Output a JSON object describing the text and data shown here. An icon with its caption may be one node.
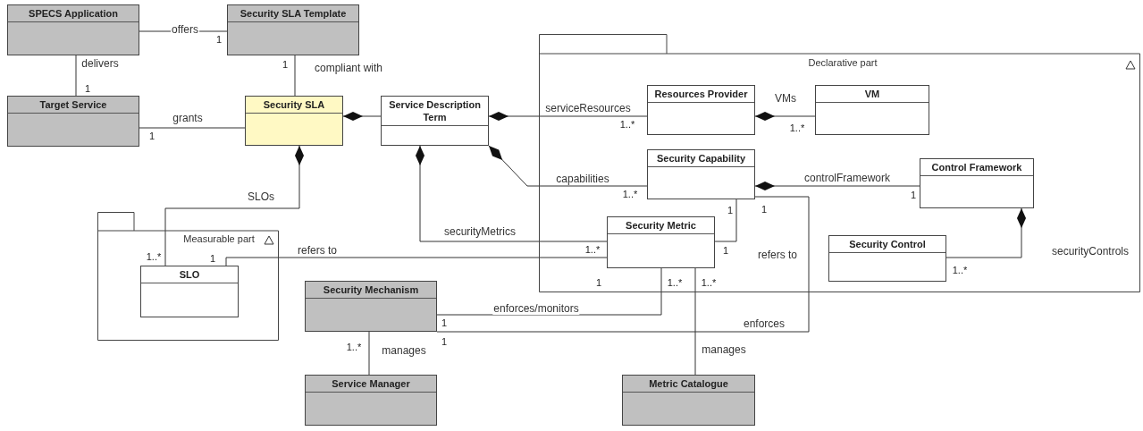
{
  "diagram": {
    "nodes": [
      {
        "text": [
          "SPECS Application"
        ]
      },
      {
        "text": [
          "Security SLA Template"
        ]
      },
      {
        "text": [
          "Target Service"
        ]
      },
      {
        "text": [
          "Security SLA"
        ]
      },
      {
        "text": [
          "Service Description Term"
        ]
      },
      {
        "text": [
          "Declarative part"
        ]
      },
      {
        "text": [
          "Resources Provider"
        ],
        "in": 5
      },
      {
        "text": [
          "VM"
        ],
        "in": 5
      },
      {
        "text": [
          "Security Capability"
        ],
        "in": 5
      },
      {
        "text": [
          "Control Framework"
        ],
        "in": 5
      },
      {
        "text": [
          "Security Metric"
        ],
        "in": 5
      },
      {
        "text": [
          "Security Control"
        ],
        "in": 5
      },
      {
        "text": [
          "Measurable part"
        ]
      },
      {
        "text": [
          "SLO"
        ],
        "in": 12
      },
      {
        "text": [
          "Security Mechanism"
        ]
      },
      {
        "text": [
          "Service Manager"
        ]
      },
      {
        "text": [
          "Metric Catalogue"
        ]
      }
    ],
    "edges": [
      {
        "from": 0,
        "to": 1,
        "arrow": "none",
        "label": "offers"
      },
      {
        "from": 0,
        "to": 2,
        "arrow": "none",
        "label": "delivers"
      },
      {
        "from": 1,
        "to": 3,
        "arrow": "none",
        "label": "compliant with"
      },
      {
        "from": 2,
        "to": 3,
        "arrow": "none",
        "label": "grants"
      },
      {
        "from": 3,
        "to": 4,
        "arrow": "other"
      },
      {
        "from": 3,
        "to": 13,
        "arrow": "other",
        "label": "SLOs"
      },
      {
        "from": 4,
        "to": 6,
        "arrow": "other",
        "label": "serviceResources"
      },
      {
        "from": 6,
        "to": 7,
        "arrow": "other",
        "label": "VMs"
      },
      {
        "from": 4,
        "to": 8,
        "arrow": "other",
        "label": "capabilities"
      },
      {
        "from": 4,
        "to": 10,
        "arrow": "other",
        "label": "securityMetrics"
      },
      {
        "from": 8,
        "to": 9,
        "arrow": "other",
        "label": "controlFramework"
      },
      {
        "from": 9,
        "to": 11,
        "arrow": "other",
        "label": "securityControls"
      },
      {
        "from": 10,
        "to": 8,
        "arrow": "none",
        "label": "refers to"
      },
      {
        "from": 13,
        "to": 10,
        "arrow": "none",
        "label": "refers to"
      },
      {
        "from": 14,
        "to": 10,
        "arrow": "none",
        "label": "enforces/monitors"
      },
      {
        "from": 14,
        "to": 8,
        "arrow": "none",
        "label": "enforces"
      },
      {
        "from": 14,
        "to": 15,
        "arrow": "none",
        "label": "manages"
      },
      {
        "from": 10,
        "to": 16,
        "arrow": "none",
        "label": "manages"
      }
    ],
    "labels": [
      "1",
      "1",
      "1",
      "1..*",
      "1..*",
      "1",
      "1..*",
      "1",
      "1",
      "1",
      "1..*",
      "1",
      "1..*",
      "1",
      "1..*",
      "1",
      "1..*",
      "1..*",
      "1",
      "1",
      "1..*"
    ]
  }
}
